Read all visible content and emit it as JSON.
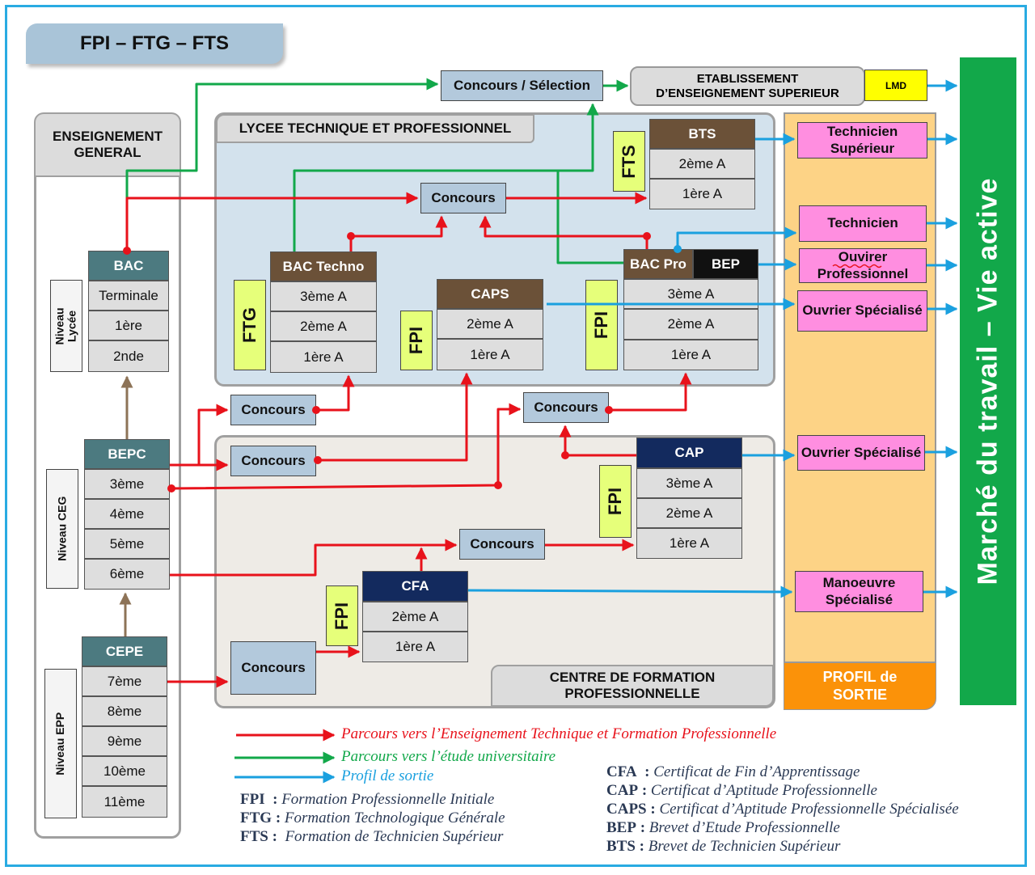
{
  "title": "FPI – FTG – FTS",
  "colors": {
    "red": "#e8121b",
    "green": "#12a84a",
    "blue": "#1aa0df",
    "brown": "#8d7357"
  },
  "panels": {
    "general": "ENSEIGNEMENT GENERAL",
    "lycee": "LYCEE TECHNIQUE ET PROFESSIONNEL",
    "centre": "CENTRE DE FORMATION PROFESSIONNELLE",
    "profil": "PROFIL de SORTIE",
    "etab": "ETABLISSEMENT D’ENSEIGNEMENT SUPERIEUR",
    "lmd": "LMD",
    "marche": "Marché du travail – Vie active"
  },
  "niveaux": {
    "lycee": "Niveau Lycée",
    "ceg": "Niveau CEG",
    "epp": "Niveau EPP"
  },
  "stacks": {
    "bac": {
      "header": "BAC",
      "rows": [
        "Terminale",
        "1ère",
        "2nde"
      ]
    },
    "bepc": {
      "header": "BEPC",
      "rows": [
        "3ème",
        "4ème",
        "5ème",
        "6ème"
      ]
    },
    "cepe": {
      "header": "CEPE",
      "rows": [
        "7ème",
        "8ème",
        "9ème",
        "10ème",
        "11ème"
      ]
    },
    "bactechno": {
      "header": "BAC Techno",
      "rows": [
        "3ème A",
        "2ème A",
        "1ère A"
      ]
    },
    "caps": {
      "header": "CAPS",
      "rows": [
        "2ème A",
        "1ère A"
      ]
    },
    "bacpro": {
      "header1": "BAC Pro",
      "header2": "BEP",
      "rows": [
        "3ème A",
        "2ème A",
        "1ère A"
      ]
    },
    "bts": {
      "header": "BTS",
      "rows": [
        "2ème A",
        "1ère A"
      ]
    },
    "cap": {
      "header": "CAP",
      "rows": [
        "3ème A",
        "2ème A",
        "1ère A"
      ]
    },
    "cfa": {
      "header": "CFA",
      "rows": [
        "2ème A",
        "1ère A"
      ]
    }
  },
  "labels": {
    "ftg": "FTG",
    "fpi": "FPI",
    "fts": "FTS"
  },
  "concours": {
    "generic": "Concours",
    "selection": "Concours / Sélection"
  },
  "profiles": [
    "Technicien Supérieur",
    "Technicien",
    "Ouvirer Professionnel",
    "Ouvrier Spécialisé",
    "Ouvrier Spécialisé",
    "Manoeuvre Spécialisé"
  ],
  "legend": {
    "red": "Parcours vers l’Enseignement Technique et Formation Professionnelle",
    "green": "Parcours vers l’étude universitaire",
    "blue": "Profil de sortie",
    "left": [
      {
        "abbr": "FPI",
        "sep": ":",
        "text": "Formation Professionnelle Initiale"
      },
      {
        "abbr": "FTG",
        "sep": ":",
        "text": "Formation Technologique Générale"
      },
      {
        "abbr": "FTS",
        "sep": ":",
        "text": "Formation de Technicien Supérieur"
      }
    ],
    "right": [
      {
        "abbr": "CFA",
        "sep": ":",
        "text": "Certificat de Fin d’Apprentissage"
      },
      {
        "abbr": "CAP",
        "sep": ":",
        "text": "Certificat d’Aptitude Professionnelle"
      },
      {
        "abbr": "CAPS",
        "sep": ":",
        "text": "Certificat d’Aptitude Professionnelle Spécialisée"
      },
      {
        "abbr": "BEP",
        "sep": ":",
        "text": "Brevet d’Etude Professionnelle"
      },
      {
        "abbr": "BTS",
        "sep": ":",
        "text": "Brevet de Technicien Supérieur"
      }
    ]
  }
}
